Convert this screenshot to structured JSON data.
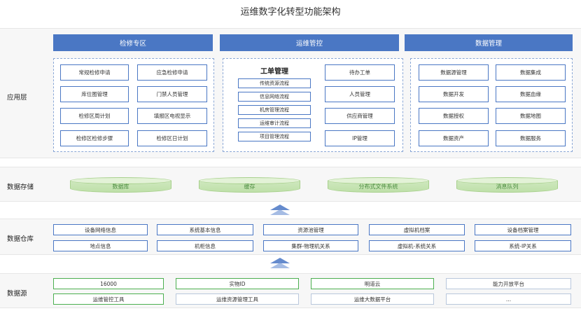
{
  "title": "运维数字化转型功能架构",
  "layers": {
    "app": "应用层",
    "storage": "数据存储",
    "warehouse": "数据仓库",
    "source": "数据源"
  },
  "app": {
    "col1": {
      "header": "检修专区",
      "items": [
        "常规检修申请",
        "应急检修申请",
        "库位图管理",
        "门禁人员管理",
        "检修区周计划",
        "填报区电视显示",
        "检修区检修步骤",
        "检修区日计划"
      ]
    },
    "col2": {
      "header": "运维管控",
      "group_title": "工单管理",
      "group_items": [
        "传统资源流程",
        "信息网络流程",
        "机房管理流程",
        "运维审计流程",
        "项目管理流程"
      ],
      "items": [
        "待办工单",
        "人员管理",
        "供应商管理",
        "IP管理"
      ]
    },
    "col3": {
      "header": "数据管理",
      "items": [
        "数据源管理",
        "数据集成",
        "数据开发",
        "数据血缘",
        "数据授权",
        "数据地图",
        "数据资产",
        "数据服务"
      ]
    }
  },
  "storage": [
    "数据库",
    "缓存",
    "分布式文件系统",
    "消息队列"
  ],
  "warehouse": {
    "row1": [
      "设备网络信息",
      "系统基本信息",
      "资源池管理",
      "虚拟机档案",
      "设备档案管理"
    ],
    "row2": [
      "地点信息",
      "机柜信息",
      "集群-物理机关系",
      "虚拟机-系统关系",
      "系统-IP关系"
    ]
  },
  "source": {
    "row1": [
      "16000",
      "实物ID",
      "明道云",
      "能力开放平台"
    ],
    "row2": [
      "运维管控工具",
      "运维资源管理工具",
      "运维大数据平台",
      "..."
    ]
  },
  "colors": {
    "accent": "#4a77c4",
    "green": "#4caf50",
    "storage_fill": "#cfe8bf"
  }
}
